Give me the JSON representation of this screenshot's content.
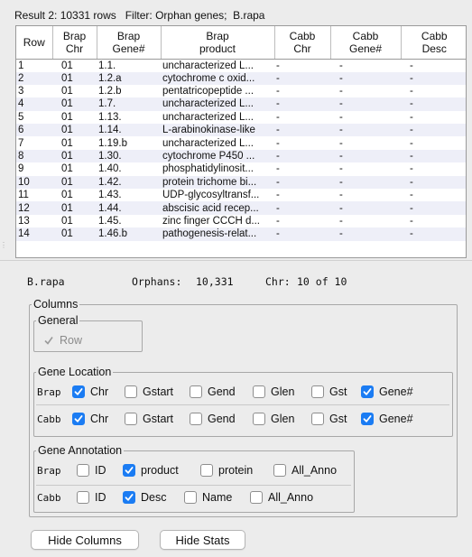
{
  "result": {
    "title": "Result 2: 10331 rows   Filter: Orphan genes;  B.rapa"
  },
  "table": {
    "columns": [
      {
        "line1": "Row",
        "line2": ""
      },
      {
        "line1": "Brap",
        "line2": "Chr"
      },
      {
        "line1": "Brap",
        "line2": "Gene#"
      },
      {
        "line1": "Brap",
        "line2": "product"
      },
      {
        "line1": "Cabb",
        "line2": "Chr"
      },
      {
        "line1": "Cabb",
        "line2": "Gene#"
      },
      {
        "line1": "Cabb",
        "line2": "Desc"
      }
    ],
    "rows": [
      [
        "1",
        "01",
        "1.1.",
        "uncharacterized L...",
        "-",
        "-",
        "-"
      ],
      [
        "2",
        "01",
        "1.2.a",
        "cytochrome c oxid...",
        "-",
        "-",
        "-"
      ],
      [
        "3",
        "01",
        "1.2.b",
        "pentatricopeptide ...",
        "-",
        "-",
        "-"
      ],
      [
        "4",
        "01",
        "1.7.",
        "uncharacterized L...",
        "-",
        "-",
        "-"
      ],
      [
        "5",
        "01",
        "1.13.",
        "uncharacterized L...",
        "-",
        "-",
        "-"
      ],
      [
        "6",
        "01",
        "1.14.",
        "L-arabinokinase-like",
        "-",
        "-",
        "-"
      ],
      [
        "7",
        "01",
        "1.19.b",
        "uncharacterized L...",
        "-",
        "-",
        "-"
      ],
      [
        "8",
        "01",
        "1.30.",
        "cytochrome P450 ...",
        "-",
        "-",
        "-"
      ],
      [
        "9",
        "01",
        "1.40.",
        "phosphatidylinosit...",
        "-",
        "-",
        "-"
      ],
      [
        "10",
        "01",
        "1.42.",
        "protein trichome bi...",
        "-",
        "-",
        "-"
      ],
      [
        "11",
        "01",
        "1.43.",
        "UDP-glycosyltransf...",
        "-",
        "-",
        "-"
      ],
      [
        "12",
        "01",
        "1.44.",
        "abscisic acid recep...",
        "-",
        "-",
        "-"
      ],
      [
        "13",
        "01",
        "1.45.",
        "zinc finger CCCH d...",
        "-",
        "-",
        "-"
      ],
      [
        "14",
        "01",
        "1.46.b",
        "pathogenesis-relat...",
        "-",
        "-",
        "-"
      ]
    ]
  },
  "stats": {
    "species": "B.rapa",
    "orphans_label": "Orphans:",
    "orphans_value": "10,331",
    "chr_label": "Chr:",
    "chr_value": "10 of 10"
  },
  "columns_panel": {
    "title": "Columns",
    "general": {
      "title": "General",
      "row_label": "Row",
      "row_checked": true
    },
    "gene_location": {
      "title": "Gene Location",
      "brap_label": "Brap",
      "cabb_label": "Cabb",
      "options": [
        "Chr",
        "Gstart",
        "Gend",
        "Glen",
        "Gst",
        "Gene#"
      ],
      "brap_checked": [
        true,
        false,
        false,
        false,
        false,
        true
      ],
      "cabb_checked": [
        true,
        false,
        false,
        false,
        false,
        true
      ]
    },
    "gene_annotation": {
      "title": "Gene Annotation",
      "brap_label": "Brap",
      "cabb_label": "Cabb",
      "brap_options": [
        "ID",
        "product",
        "protein",
        "All_Anno"
      ],
      "brap_checked": [
        false,
        true,
        false,
        false
      ],
      "cabb_options": [
        "ID",
        "Desc",
        "Name",
        "All_Anno"
      ],
      "cabb_checked": [
        false,
        true,
        false,
        false
      ]
    }
  },
  "buttons": {
    "hide_columns": "Hide Columns",
    "hide_stats": "Hide Stats"
  },
  "colors": {
    "checkbox_on": "#1b7cf3",
    "row_stripe": "#eeeff8"
  }
}
